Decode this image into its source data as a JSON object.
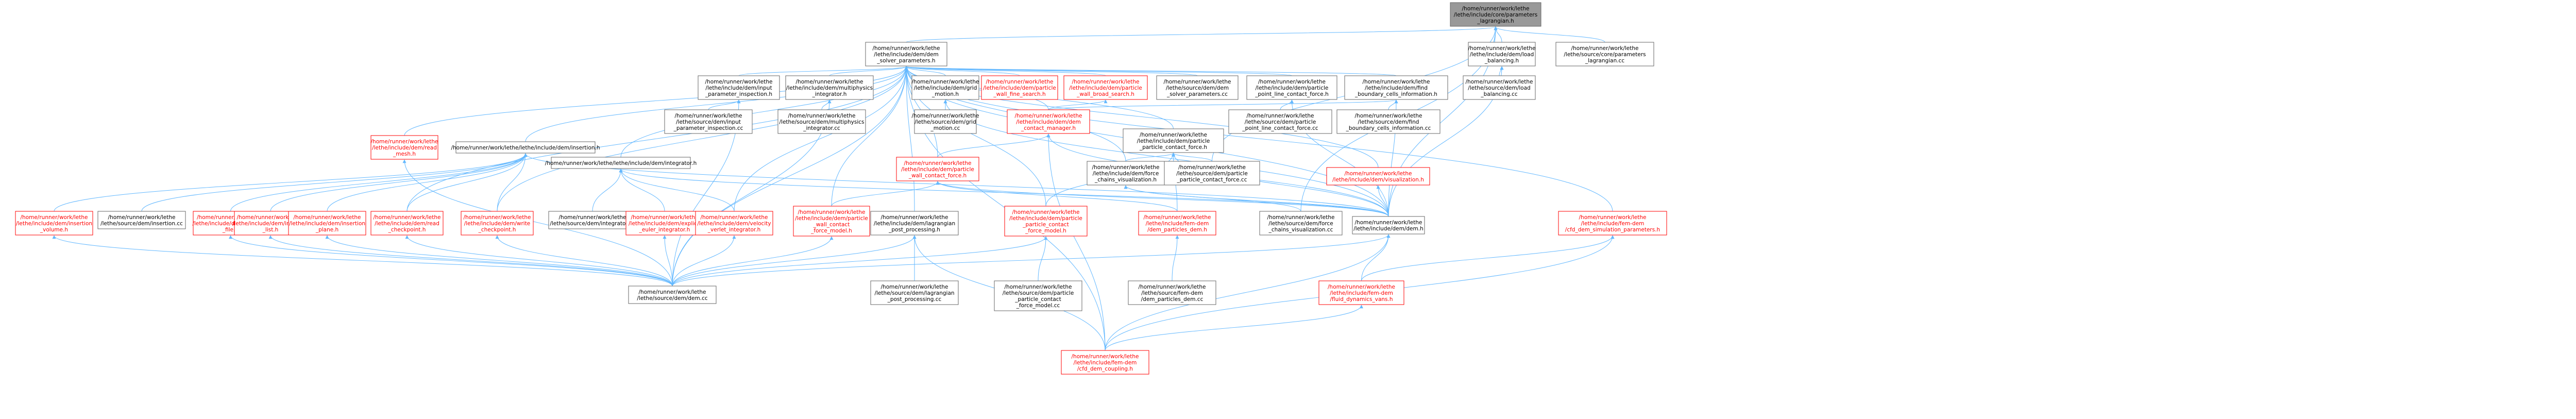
{
  "colors": {
    "root_fill": "#999999",
    "node_fill": "#ffffff",
    "node_border": "#666666",
    "red_border": "#ff0000",
    "red_text": "#ff0000",
    "edge": "#63b8ff"
  },
  "nodes": [
    {
      "id": "root",
      "lines": [
        "/home/runner/work/lethe",
        "/lethe/include/core/parameters",
        "_lagrangian.h"
      ],
      "style": "root"
    },
    {
      "id": "dem_solver_parameters_h",
      "lines": [
        "/home/runner/work/lethe",
        "/lethe/include/dem/dem",
        "_solver_parameters.h"
      ],
      "style": "normal"
    },
    {
      "id": "load_balancing_h",
      "lines": [
        "/home/runner/work/lethe",
        "/lethe/include/dem/load",
        "_balancing.h"
      ],
      "style": "normal"
    },
    {
      "id": "parameters_lagrangian_cc",
      "lines": [
        "/home/runner/work/lethe",
        "/lethe/source/core/parameters",
        "_lagrangian.cc"
      ],
      "style": "normal"
    },
    {
      "id": "load_balancing_cc",
      "lines": [
        "/home/runner/work/lethe",
        "/lethe/source/dem/load",
        "_balancing.cc"
      ],
      "style": "normal"
    },
    {
      "id": "input_parameter_inspection_h",
      "lines": [
        "/home/runner/work/lethe",
        "/lethe/include/dem/input",
        "_parameter_inspection.h"
      ],
      "style": "normal"
    },
    {
      "id": "multiphysics_integrator_h",
      "lines": [
        "/home/runner/work/lethe",
        "/lethe/include/dem/multiphysics",
        "_integrator.h"
      ],
      "style": "normal"
    },
    {
      "id": "grid_motion_h",
      "lines": [
        "/home/runner/work/lethe",
        "/lethe/include/dem/grid",
        "_motion.h"
      ],
      "style": "normal"
    },
    {
      "id": "particle_wall_fine_search_h",
      "lines": [
        "/home/runner/work/lethe",
        "/lethe/include/dem/particle",
        "_wall_fine_search.h"
      ],
      "style": "red"
    },
    {
      "id": "particle_wall_broad_search_h",
      "lines": [
        "/home/runner/work/lethe",
        "/lethe/include/dem/particle",
        "_wall_broad_search.h"
      ],
      "style": "red"
    },
    {
      "id": "dem_solver_parameters_cc",
      "lines": [
        "/home/runner/work/lethe",
        "/lethe/source/dem/dem",
        "_solver_parameters.cc"
      ],
      "style": "normal"
    },
    {
      "id": "particle_point_line_contact_force_h",
      "lines": [
        "/home/runner/work/lethe",
        "/lethe/include/dem/particle",
        "_point_line_contact_force.h"
      ],
      "style": "normal"
    },
    {
      "id": "find_boundary_cells_information_h",
      "lines": [
        "/home/runner/work/lethe",
        "/lethe/include/dem/find",
        "_boundary_cells_information.h"
      ],
      "style": "normal"
    },
    {
      "id": "input_parameter_inspection_cc",
      "lines": [
        "/home/runner/work/lethe",
        "/lethe/source/dem/input",
        "_parameter_inspection.cc"
      ],
      "style": "normal"
    },
    {
      "id": "multiphysics_integrator_cc",
      "lines": [
        "/home/runner/work/lethe",
        "/lethe/source/dem/multiphysics",
        "_integrator.cc"
      ],
      "style": "normal"
    },
    {
      "id": "grid_motion_cc",
      "lines": [
        "/home/runner/work/lethe",
        "/lethe/source/dem/grid",
        "_motion.cc"
      ],
      "style": "normal"
    },
    {
      "id": "dem_contact_manager_h",
      "lines": [
        "/home/runner/work/lethe",
        "/lethe/include/dem/dem",
        "_contact_manager.h"
      ],
      "style": "red"
    },
    {
      "id": "particle_particle_contact_force_h",
      "lines": [
        "/home/runner/work/lethe",
        "/lethe/include/dem/particle",
        "_particle_contact_force.h"
      ],
      "style": "normal"
    },
    {
      "id": "particle_point_line_contact_force_cc",
      "lines": [
        "/home/runner/work/lethe",
        "/lethe/source/dem/particle",
        "_point_line_contact_force.cc"
      ],
      "style": "normal"
    },
    {
      "id": "find_boundary_cells_information_cc",
      "lines": [
        "/home/runner/work/lethe",
        "/lethe/source/dem/find",
        "_boundary_cells_information.cc"
      ],
      "style": "normal"
    },
    {
      "id": "read_mesh_h",
      "lines": [
        "/home/runner/work/lethe",
        "/lethe/include/dem/read",
        "_mesh.h"
      ],
      "style": "red"
    },
    {
      "id": "insertion_h",
      "lines": [
        "/home/runner/work/lethe/lethe/include/dem/insertion.h"
      ],
      "style": "normal"
    },
    {
      "id": "integrator_h",
      "lines": [
        "/home/runner/work/lethe/lethe/include/dem/integrator.h"
      ],
      "style": "normal"
    },
    {
      "id": "particle_wall_contact_force_h",
      "lines": [
        "/home/runner/work/lethe",
        "/lethe/include/dem/particle",
        "_wall_contact_force.h"
      ],
      "style": "red"
    },
    {
      "id": "force_chains_visualization_h",
      "lines": [
        "/home/runner/work/lethe",
        "/lethe/include/dem/force",
        "_chains_visualization.h"
      ],
      "style": "normal"
    },
    {
      "id": "particle_particle_contact_force_cc",
      "lines": [
        "/home/runner/work/lethe",
        "/lethe/source/dem/particle",
        "_particle_contact_force.cc"
      ],
      "style": "normal"
    },
    {
      "id": "visualization_h",
      "lines": [
        "/home/runner/work/lethe",
        "/lethe/include/dem/visualization.h"
      ],
      "style": "red"
    },
    {
      "id": "insertion_volume_h",
      "lines": [
        "/home/runner/work/lethe",
        "/lethe/include/dem/insertion",
        "_volume.h"
      ],
      "style": "red"
    },
    {
      "id": "insertion_cc",
      "lines": [
        "/home/runner/work/lethe",
        "/lethe/source/dem/insertion.cc"
      ],
      "style": "normal"
    },
    {
      "id": "insertion_file_h",
      "lines": [
        "/home/runner/work/lethe",
        "/lethe/include/dem/insertion",
        "_file.h"
      ],
      "style": "red"
    },
    {
      "id": "insertion_list_h",
      "lines": [
        "/home/runner/work/lethe",
        "/lethe/include/dem/insertion",
        "_list.h"
      ],
      "style": "red"
    },
    {
      "id": "insertion_plane_h",
      "lines": [
        "/home/runner/work/lethe",
        "/lethe/include/dem/insertion",
        "_plane.h"
      ],
      "style": "red"
    },
    {
      "id": "read_checkpoint_h",
      "lines": [
        "/home/runner/work/lethe",
        "/lethe/include/dem/read",
        "_checkpoint.h"
      ],
      "style": "red"
    },
    {
      "id": "write_checkpoint_h",
      "lines": [
        "/home/runner/work/lethe",
        "/lethe/include/dem/write",
        "_checkpoint.h"
      ],
      "style": "red"
    },
    {
      "id": "integrator_cc",
      "lines": [
        "/home/runner/work/lethe",
        "/lethe/source/dem/integrator.cc"
      ],
      "style": "normal"
    },
    {
      "id": "explicit_euler_integrator_h",
      "lines": [
        "/home/runner/work/lethe",
        "/lethe/include/dem/explicit",
        "_euler_integrator.h"
      ],
      "style": "red"
    },
    {
      "id": "velocity_verlet_integrator_h",
      "lines": [
        "/home/runner/work/lethe",
        "/lethe/include/dem/velocity",
        "_verlet_integrator.h"
      ],
      "style": "red"
    },
    {
      "id": "particle_wall_contact_force_model_h",
      "lines": [
        "/home/runner/work/lethe",
        "/lethe/include/dem/particle",
        "_wall_contact",
        "_force_model.h"
      ],
      "style": "red"
    },
    {
      "id": "lagrangian_post_processing_h",
      "lines": [
        "/home/runner/work/lethe",
        "/lethe/include/dem/lagrangian",
        "_post_processing.h"
      ],
      "style": "normal"
    },
    {
      "id": "particle_particle_contact_force_model_h",
      "lines": [
        "/home/runner/work/lethe",
        "/lethe/include/dem/particle",
        "_particle_contact",
        "_force_model.h"
      ],
      "style": "red"
    },
    {
      "id": "fem_dem_cfd_dem_simulation_parameters_h",
      "lines": [
        "/home/runner/work/lethe",
        "/lethe/include/fem-dem",
        "/cfd_dem_simulation_parameters.h"
      ],
      "style": "red"
    },
    {
      "id": "fem_dem_dem_particles_h",
      "lines": [
        "/home/runner/work/lethe",
        "/lethe/include/fem-dem",
        "/dem_particles_dem.h"
      ],
      "style": "red"
    },
    {
      "id": "force_chains_visualization_cc",
      "lines": [
        "/home/runner/work/lethe",
        "/lethe/source/dem/force",
        "_chains_visualization.cc"
      ],
      "style": "normal"
    },
    {
      "id": "dem_h",
      "lines": [
        "/home/runner/work/lethe",
        "/lethe/include/dem/dem.h"
      ],
      "style": "normal"
    },
    {
      "id": "dem_cc",
      "lines": [
        "/home/runner/work/lethe",
        "/lethe/source/dem/dem.cc"
      ],
      "style": "normal"
    },
    {
      "id": "lagrangian_post_processing_cc",
      "lines": [
        "/home/runner/work/lethe",
        "/lethe/source/dem/lagrangian",
        "_post_processing.cc"
      ],
      "style": "normal"
    },
    {
      "id": "particle_particle_contact_force_model_cc",
      "lines": [
        "/home/runner/work/lethe",
        "/lethe/source/dem/particle",
        "_particle_contact",
        "_force_model.cc"
      ],
      "style": "normal"
    },
    {
      "id": "fem_dem_dem_particles_dem_cc",
      "lines": [
        "/home/runner/work/lethe",
        "/lethe/source/fem-dem",
        "/dem_particles_dem.cc"
      ],
      "style": "normal"
    },
    {
      "id": "fem_dem_fluid_dynamics_vans_h",
      "lines": [
        "/home/runner/work/lethe",
        "/lethe/include/fem-dem",
        "/fluid_dynamics_vans.h"
      ],
      "style": "red"
    },
    {
      "id": "fem_dem_cfd_dem_coupling_h",
      "lines": [
        "/home/runner/work/lethe",
        "/lethe/include/fem-dem",
        "/cfd_dem_coupling.h"
      ],
      "style": "red"
    }
  ],
  "edges": [
    [
      "root",
      "dem_solver_parameters_h"
    ],
    [
      "root",
      "load_balancing_h"
    ],
    [
      "root",
      "parameters_lagrangian_cc"
    ],
    [
      "root",
      "particle_particle_contact_force_cc"
    ],
    [
      "root",
      "force_chains_visualization_cc"
    ],
    [
      "root",
      "dem_h"
    ],
    [
      "load_balancing_h",
      "load_balancing_cc"
    ],
    [
      "load_balancing_h",
      "dem_h"
    ],
    [
      "dem_solver_parameters_h",
      "read_mesh_h"
    ],
    [
      "dem_solver_parameters_h",
      "insertion_h"
    ],
    [
      "dem_solver_parameters_h",
      "integrator_h"
    ],
    [
      "dem_solver_parameters_h",
      "input_parameter_inspection_h"
    ],
    [
      "dem_solver_parameters_h",
      "multiphysics_integrator_h"
    ],
    [
      "dem_solver_parameters_h",
      "grid_motion_h"
    ],
    [
      "dem_solver_parameters_h",
      "particle_wall_fine_search_h"
    ],
    [
      "dem_solver_parameters_h",
      "particle_wall_broad_search_h"
    ],
    [
      "dem_solver_parameters_h",
      "dem_solver_parameters_cc"
    ],
    [
      "dem_solver_parameters_h",
      "particle_point_line_contact_force_h"
    ],
    [
      "dem_solver_parameters_h",
      "find_boundary_cells_information_h"
    ],
    [
      "dem_solver_parameters_h",
      "dem_contact_manager_h"
    ],
    [
      "dem_solver_parameters_h",
      "particle_particle_contact_force_h"
    ],
    [
      "dem_solver_parameters_h",
      "particle_wall_contact_force_h"
    ],
    [
      "dem_solver_parameters_h",
      "force_chains_visualization_h"
    ],
    [
      "dem_solver_parameters_h",
      "visualization_h"
    ],
    [
      "dem_solver_parameters_h",
      "read_checkpoint_h"
    ],
    [
      "dem_solver_parameters_h",
      "write_checkpoint_h"
    ],
    [
      "dem_solver_parameters_h",
      "velocity_verlet_integrator_h"
    ],
    [
      "dem_solver_parameters_h",
      "particle_wall_contact_force_model_h"
    ],
    [
      "dem_solver_parameters_h",
      "lagrangian_post_processing_h"
    ],
    [
      "dem_solver_parameters_h",
      "particle_particle_contact_force_model_h"
    ],
    [
      "dem_solver_parameters_h",
      "fem_dem_cfd_dem_simulation_parameters_h"
    ],
    [
      "dem_solver_parameters_h",
      "dem_h"
    ],
    [
      "dem_solver_parameters_h",
      "dem_cc"
    ],
    [
      "dem_solver_parameters_h",
      "fem_dem_cfd_dem_coupling_h"
    ],
    [
      "input_parameter_inspection_h",
      "input_parameter_inspection_cc"
    ],
    [
      "input_parameter_inspection_h",
      "dem_cc"
    ],
    [
      "multiphysics_integrator_h",
      "multiphysics_integrator_cc"
    ],
    [
      "multiphysics_integrator_h",
      "dem_cc"
    ],
    [
      "grid_motion_h",
      "grid_motion_cc"
    ],
    [
      "grid_motion_h",
      "dem_h"
    ],
    [
      "particle_wall_broad_search_h",
      "dem_contact_manager_h"
    ],
    [
      "particle_point_line_contact_force_h",
      "particle_point_line_contact_force_cc"
    ],
    [
      "particle_point_line_contact_force_h",
      "dem_h"
    ],
    [
      "find_boundary_cells_information_h",
      "find_boundary_cells_information_cc"
    ],
    [
      "find_boundary_cells_information_h",
      "dem_contact_manager_h"
    ],
    [
      "find_boundary_cells_information_h",
      "dem_h"
    ],
    [
      "dem_contact_manager_h",
      "particle_wall_contact_force_h"
    ],
    [
      "dem_contact_manager_h",
      "dem_h"
    ],
    [
      "dem_contact_manager_h",
      "fem_dem_cfd_dem_coupling_h"
    ],
    [
      "particle_particle_contact_force_h",
      "force_chains_visualization_h"
    ],
    [
      "particle_particle_contact_force_h",
      "particle_particle_contact_force_cc"
    ],
    [
      "particle_particle_contact_force_h",
      "particle_particle_contact_force_model_h"
    ],
    [
      "particle_particle_contact_force_h",
      "fem_dem_dem_particles_h"
    ],
    [
      "particle_particle_contact_force_h",
      "dem_h"
    ],
    [
      "read_mesh_h",
      "dem_cc"
    ],
    [
      "insertion_h",
      "insertion_volume_h"
    ],
    [
      "insertion_h",
      "insertion_cc"
    ],
    [
      "insertion_h",
      "insertion_file_h"
    ],
    [
      "insertion_h",
      "insertion_list_h"
    ],
    [
      "insertion_h",
      "insertion_plane_h"
    ],
    [
      "insertion_h",
      "read_checkpoint_h"
    ],
    [
      "insertion_h",
      "write_checkpoint_h"
    ],
    [
      "insertion_h",
      "dem_h"
    ],
    [
      "integrator_h",
      "integrator_cc"
    ],
    [
      "integrator_h",
      "explicit_euler_integrator_h"
    ],
    [
      "integrator_h",
      "velocity_verlet_integrator_h"
    ],
    [
      "integrator_h",
      "dem_h"
    ],
    [
      "particle_wall_contact_force_h",
      "particle_wall_contact_force_model_h"
    ],
    [
      "particle_wall_contact_force_h",
      "dem_h"
    ],
    [
      "particle_wall_contact_force_h",
      "fem_dem_dem_particles_h"
    ],
    [
      "force_chains_visualization_h",
      "force_chains_visualization_cc"
    ],
    [
      "force_chains_visualization_h",
      "dem_h"
    ],
    [
      "visualization_h",
      "dem_h"
    ],
    [
      "insertion_volume_h",
      "dem_cc"
    ],
    [
      "insertion_file_h",
      "dem_cc"
    ],
    [
      "insertion_list_h",
      "dem_cc"
    ],
    [
      "insertion_plane_h",
      "dem_cc"
    ],
    [
      "read_checkpoint_h",
      "dem_cc"
    ],
    [
      "write_checkpoint_h",
      "dem_cc"
    ],
    [
      "explicit_euler_integrator_h",
      "dem_cc"
    ],
    [
      "velocity_verlet_integrator_h",
      "dem_cc"
    ],
    [
      "particle_wall_contact_force_model_h",
      "dem_cc"
    ],
    [
      "lagrangian_post_processing_h",
      "lagrangian_post_processing_cc"
    ],
    [
      "lagrangian_post_processing_h",
      "dem_cc"
    ],
    [
      "lagrangian_post_processing_h",
      "fem_dem_cfd_dem_coupling_h"
    ],
    [
      "particle_particle_contact_force_model_h",
      "particle_particle_contact_force_model_cc"
    ],
    [
      "particle_particle_contact_force_model_h",
      "dem_cc"
    ],
    [
      "fem_dem_dem_particles_h",
      "fem_dem_dem_particles_dem_cc"
    ],
    [
      "fem_dem_cfd_dem_simulation_parameters_h",
      "fem_dem_fluid_dynamics_vans_h"
    ],
    [
      "fem_dem_cfd_dem_simulation_parameters_h",
      "fem_dem_cfd_dem_coupling_h"
    ],
    [
      "fem_dem_fluid_dynamics_vans_h",
      "fem_dem_cfd_dem_coupling_h"
    ],
    [
      "dem_h",
      "dem_cc"
    ],
    [
      "dem_h",
      "fem_dem_fluid_dynamics_vans_h"
    ],
    [
      "dem_h",
      "fem_dem_cfd_dem_coupling_h"
    ]
  ]
}
